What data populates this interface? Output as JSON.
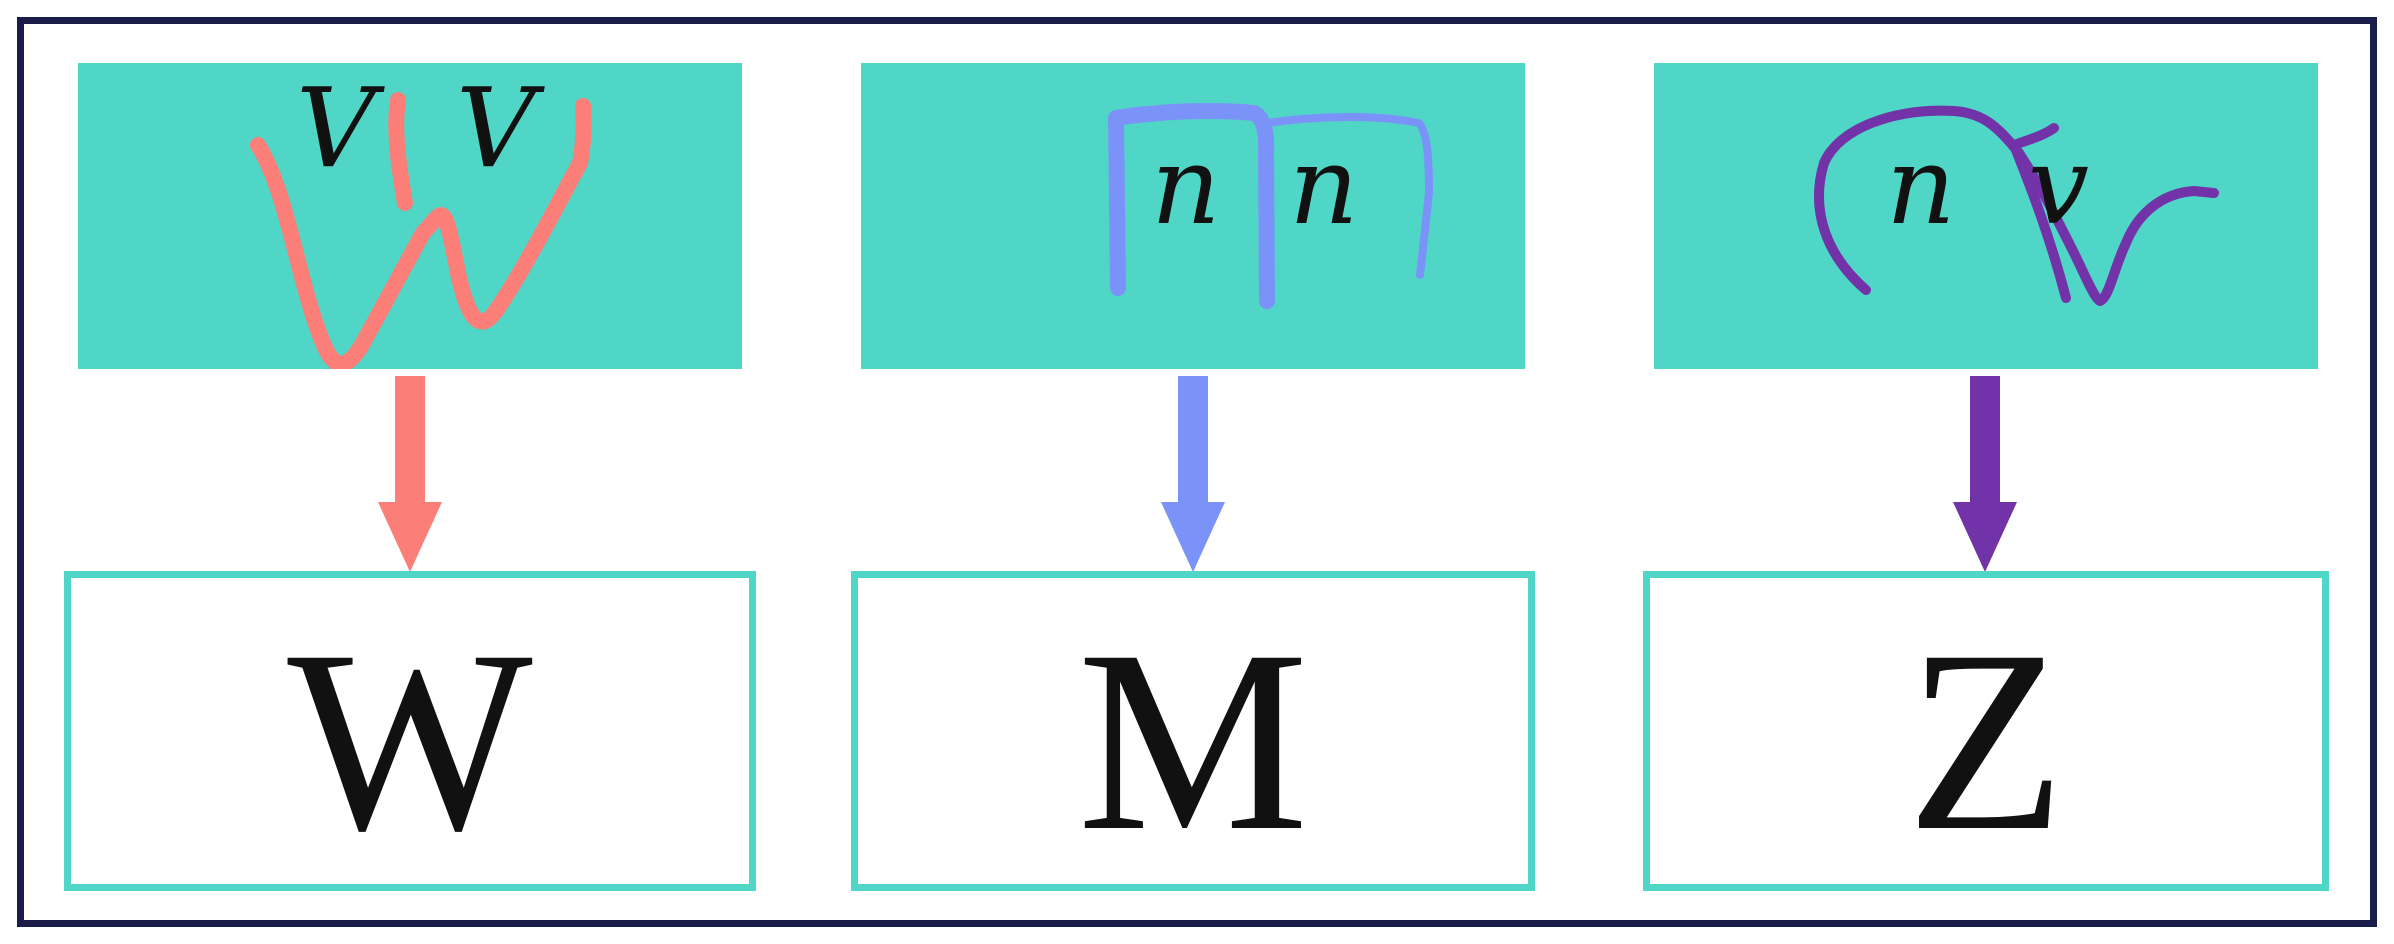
{
  "colors": {
    "frame_border": "#1a1d4a",
    "box_fill": "#50d6c6",
    "box_border": "#50d6c6",
    "stroke_w": "#fb7f78",
    "stroke_m": "#7b93f9",
    "stroke_z": "#7232a8"
  },
  "panels": [
    {
      "id": "w",
      "handwritten_parts": [
        "V",
        "V"
      ],
      "result": "W",
      "color": "#fb7f78"
    },
    {
      "id": "m",
      "handwritten_parts": [
        "n",
        "n"
      ],
      "result": "M",
      "color": "#7b93f9"
    },
    {
      "id": "z",
      "handwritten_parts": [
        "n",
        "v"
      ],
      "result": "Z",
      "color": "#7232a8"
    }
  ]
}
